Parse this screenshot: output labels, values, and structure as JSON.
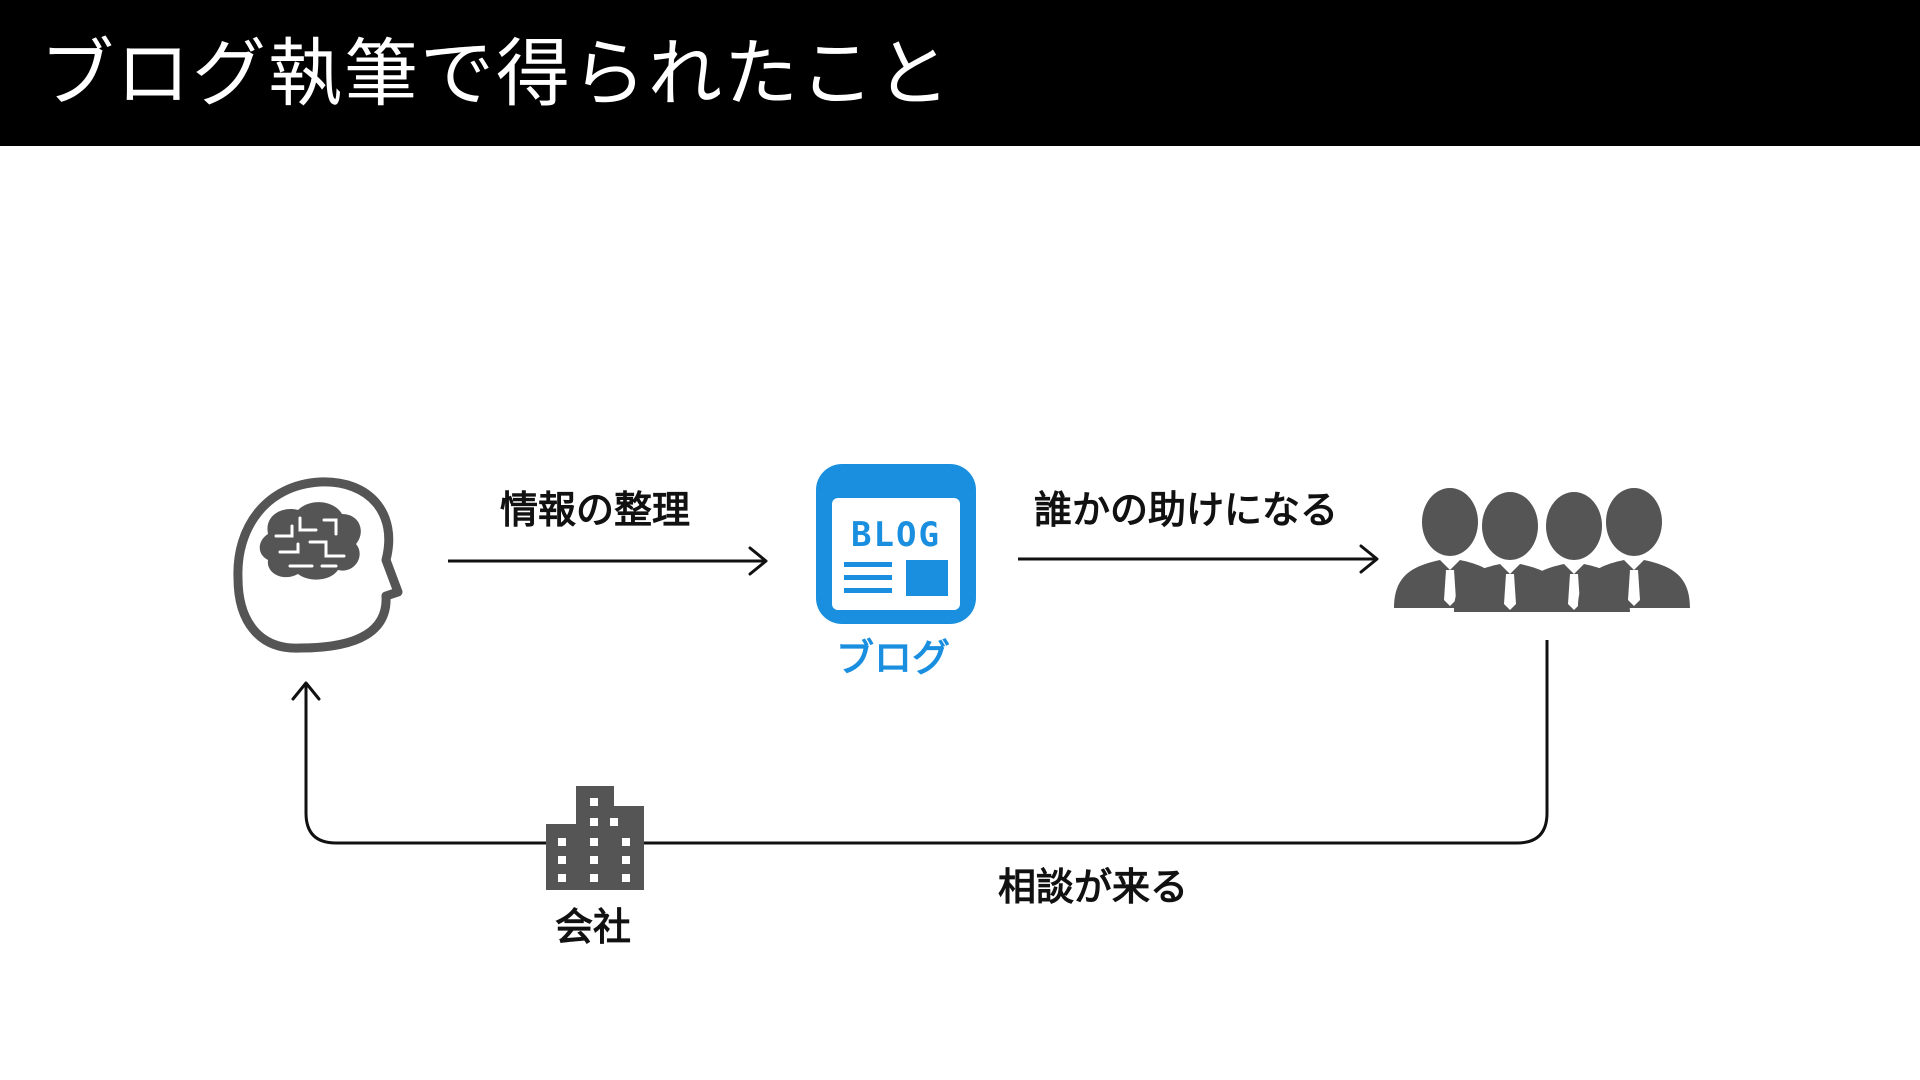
{
  "title": "ブログ執筆で得られたこと",
  "nodes": {
    "head": {
      "icon": "brain-head-icon"
    },
    "blog": {
      "icon": "blog-icon",
      "icon_text": "BLOG",
      "label": "ブログ"
    },
    "people": {
      "icon": "people-group-icon"
    },
    "company": {
      "icon": "building-icon",
      "label": "会社"
    }
  },
  "edges": {
    "head_to_blog": "情報の整理",
    "blog_to_people": "誰かの助けになる",
    "people_to_head": "相談が来る"
  },
  "colors": {
    "title_bar": "#000000",
    "title_text": "#ffffff",
    "blog_accent": "#1a8fe0",
    "icon_gray": "#555555",
    "line": "#111111"
  }
}
